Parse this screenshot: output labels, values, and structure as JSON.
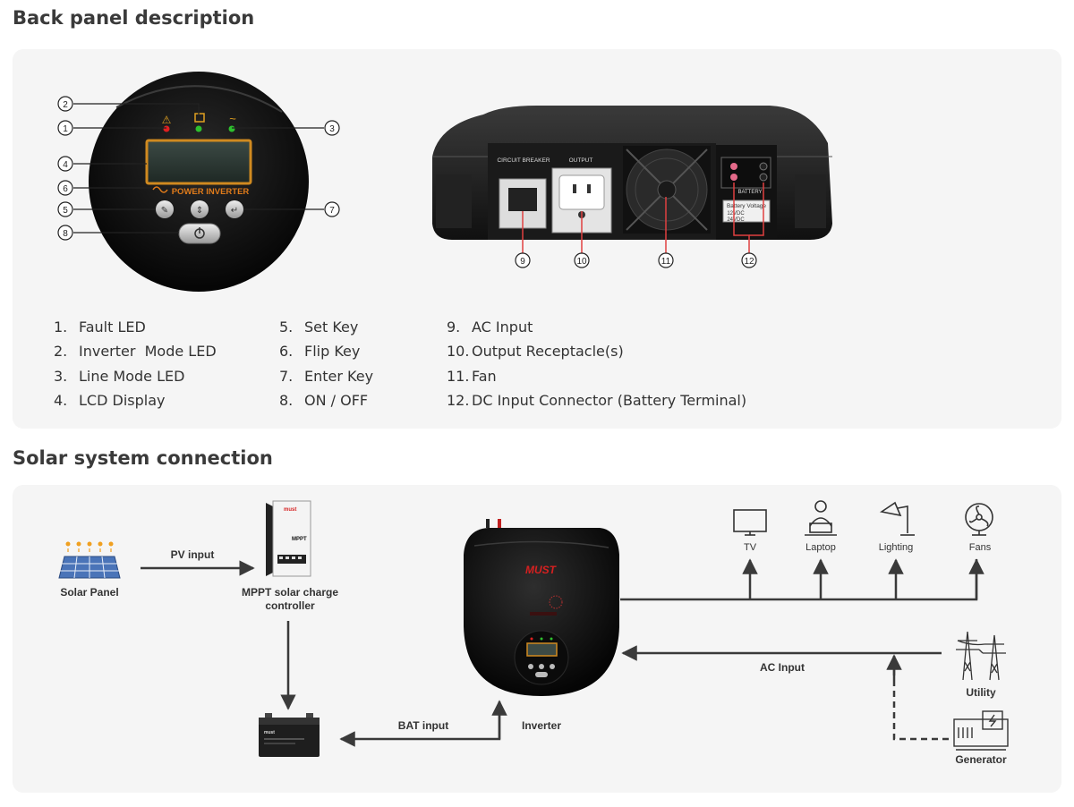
{
  "back_panel": {
    "title": "Back panel description",
    "front_label": "POWER INVERTER",
    "callouts": [
      "1",
      "2",
      "3",
      "4",
      "5",
      "6",
      "7",
      "8",
      "9",
      "10",
      "11",
      "12"
    ],
    "port_labels": {
      "circuit_breaker": "CIRCUIT BREAKER",
      "output": "OUTPUT",
      "battery": "BATTERY",
      "battery_voltage": "Battery Voltage",
      "v12": "12VDC",
      "v24": "24VDC"
    },
    "legend": {
      "col1": [
        {
          "n": "1.",
          "label": "Fault LED"
        },
        {
          "n": "2.",
          "label": "Inverter  Mode LED"
        },
        {
          "n": "3.",
          "label": "Line Mode LED"
        },
        {
          "n": "4.",
          "label": "LCD Display"
        }
      ],
      "col2": [
        {
          "n": "5.",
          "label": "Set Key"
        },
        {
          "n": "6.",
          "label": "Flip Key"
        },
        {
          "n": "7.",
          "label": "Enter Key"
        },
        {
          "n": "8.",
          "label": "ON / OFF"
        }
      ],
      "col3": [
        {
          "n": "9.",
          "label": "AC Input"
        },
        {
          "n": "10.",
          "label": "Output Receptacle(s)"
        },
        {
          "n": "11.",
          "label": "Fan"
        },
        {
          "n": "12.",
          "label": "DC Input Connector (Battery Terminal)"
        }
      ]
    }
  },
  "solar": {
    "title": "Solar system connection",
    "solar_panel": "Solar Panel",
    "pv_input": "PV input",
    "mppt_line1": "MPPT solar charge",
    "mppt_line2": "controller",
    "mppt_brand": "must",
    "mppt_text": "MPPT",
    "bat_input": "BAT input",
    "inverter": "Inverter",
    "inverter_brand": "MUST",
    "ac_input": "AC Input",
    "loads": [
      "TV",
      "Laptop",
      "Lighting",
      "Fans"
    ],
    "utility": "Utility",
    "generator": "Generator",
    "battery_brand": "must"
  },
  "colors": {
    "panel_bg": "#f5f5f5",
    "arrow": "#3a3a3a",
    "led_red": "#e02020",
    "led_green": "#2ec02e",
    "brand_red": "#d62020",
    "front_orange": "#e07b1a"
  }
}
